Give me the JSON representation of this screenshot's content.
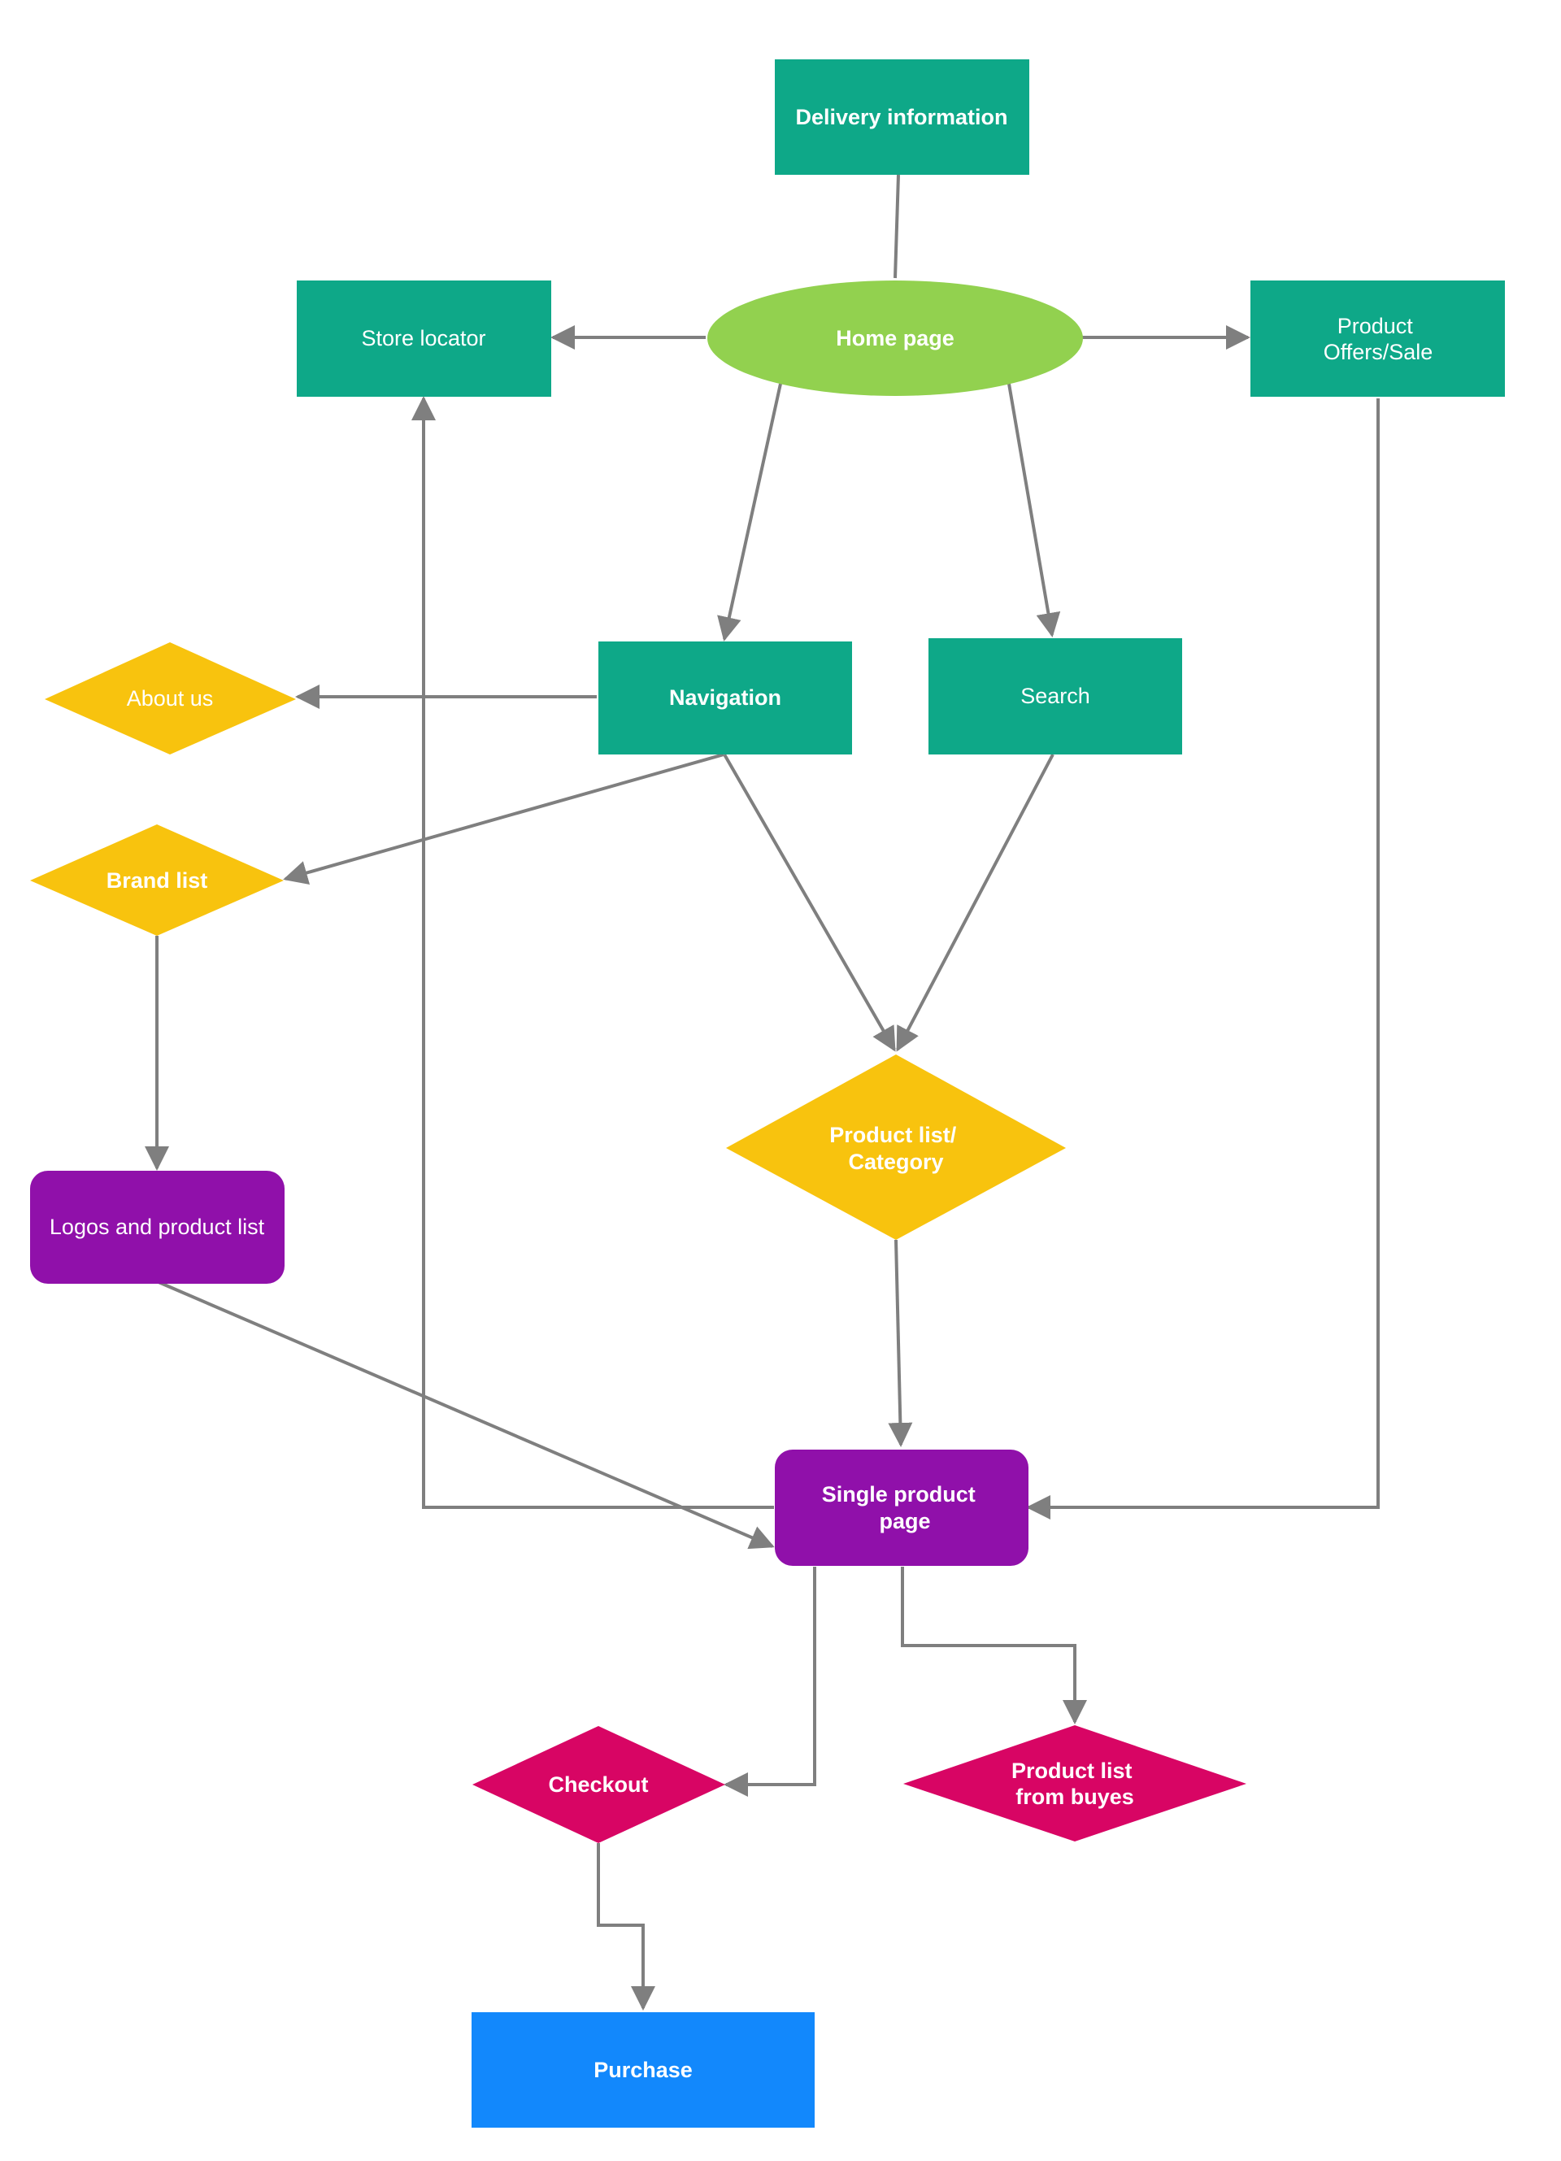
{
  "colors": {
    "teal": "#0ea888",
    "lime": "#92d14f",
    "yellow": "#f8c30e",
    "purple": "#9010aa",
    "magenta": "#d80564",
    "blue": "#1288fc",
    "connector": "#7f7f7f",
    "text": "#ffffff"
  },
  "nodes": {
    "delivery_information": {
      "label": "Delivery information"
    },
    "home_page": {
      "label": "Home page"
    },
    "store_locator": {
      "label": "Store locator"
    },
    "product_offers_sale": {
      "label_line1": "Product",
      "label_line2": "Offers/Sale"
    },
    "navigation": {
      "label": "Navigation"
    },
    "search": {
      "label": "Search"
    },
    "about_us": {
      "label": "About us"
    },
    "brand_list": {
      "label": "Brand list"
    },
    "product_list_category": {
      "label_line1": "Product list/",
      "label_line2": "Category"
    },
    "logos_and_product_list": {
      "label": "Logos and product list"
    },
    "single_product_page": {
      "label_line1": "Single product",
      "label_line2": "page"
    },
    "checkout": {
      "label": "Checkout"
    },
    "product_list_from_buyes": {
      "label_line1": "Product list",
      "label_line2": "from buyes"
    },
    "purchase": {
      "label": "Purchase"
    }
  },
  "edges": [
    {
      "from": "Delivery information",
      "to": "Home page",
      "arrow": false
    },
    {
      "from": "Home page",
      "to": "Store locator",
      "arrow": true
    },
    {
      "from": "Home page",
      "to": "Product Offers/Sale",
      "arrow": true
    },
    {
      "from": "Home page",
      "to": "Navigation",
      "arrow": true
    },
    {
      "from": "Home page",
      "to": "Search",
      "arrow": true
    },
    {
      "from": "Navigation",
      "to": "About us",
      "arrow": true
    },
    {
      "from": "Navigation",
      "to": "Brand list",
      "arrow": true
    },
    {
      "from": "Navigation",
      "to": "Product list/Category",
      "arrow": true
    },
    {
      "from": "Search",
      "to": "Product list/Category",
      "arrow": true
    },
    {
      "from": "Brand list",
      "to": "Logos and product list",
      "arrow": true
    },
    {
      "from": "Product list/Category",
      "to": "Single product page",
      "arrow": true
    },
    {
      "from": "Logos and product list",
      "to": "Single product page",
      "arrow": true
    },
    {
      "from": "Product Offers/Sale",
      "to": "Single product page",
      "arrow": true
    },
    {
      "from": "Single product page",
      "to": "Store locator",
      "arrow": true
    },
    {
      "from": "Single product page",
      "to": "Checkout",
      "arrow": true
    },
    {
      "from": "Single product page",
      "to": "Product list from buyes",
      "arrow": true
    },
    {
      "from": "Checkout",
      "to": "Purchase",
      "arrow": true
    }
  ]
}
